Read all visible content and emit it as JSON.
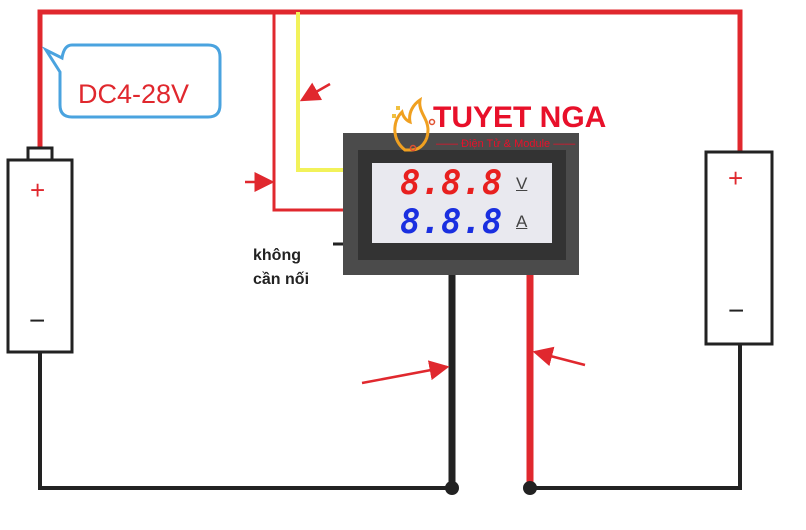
{
  "callout": {
    "label": "DC4-28V"
  },
  "note": {
    "line1": "không",
    "line2": "cần nối"
  },
  "logo": {
    "brand": "TUYET NGA",
    "tagline": "Điện Tử & Module"
  },
  "meter": {
    "voltage_reading": "8.8.8",
    "voltage_unit": "V",
    "current_reading": "8.8.8",
    "current_unit": "A"
  },
  "battery_left": {
    "plus": "+",
    "minus": "−"
  },
  "battery_right": {
    "plus": "+",
    "minus": "−"
  },
  "colors": {
    "wire_red": "#e0282e",
    "wire_black": "#222222",
    "wire_yellow": "#f2f25a",
    "callout_border": "#4aa3df",
    "volt_digits": "#e8201f",
    "amp_digits": "#1a2fe0",
    "brand": "#e8102a"
  }
}
